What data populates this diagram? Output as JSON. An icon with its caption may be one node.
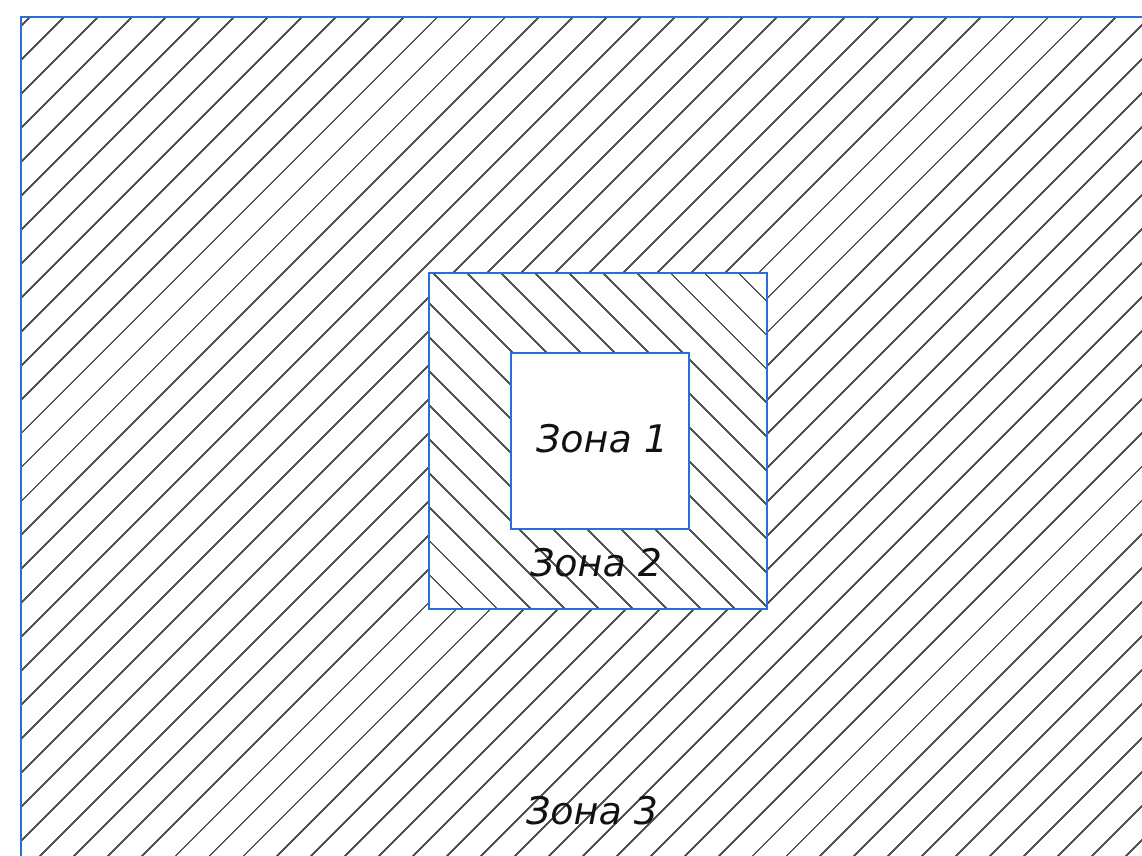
{
  "diagram": {
    "nodes": [
      {
        "text": [
          "Зона 3"
        ]
      },
      {
        "text": [
          "Зона 2"
        ],
        "in": 0
      },
      {
        "text": [
          "Зона 1"
        ],
        "in": 1
      }
    ]
  }
}
